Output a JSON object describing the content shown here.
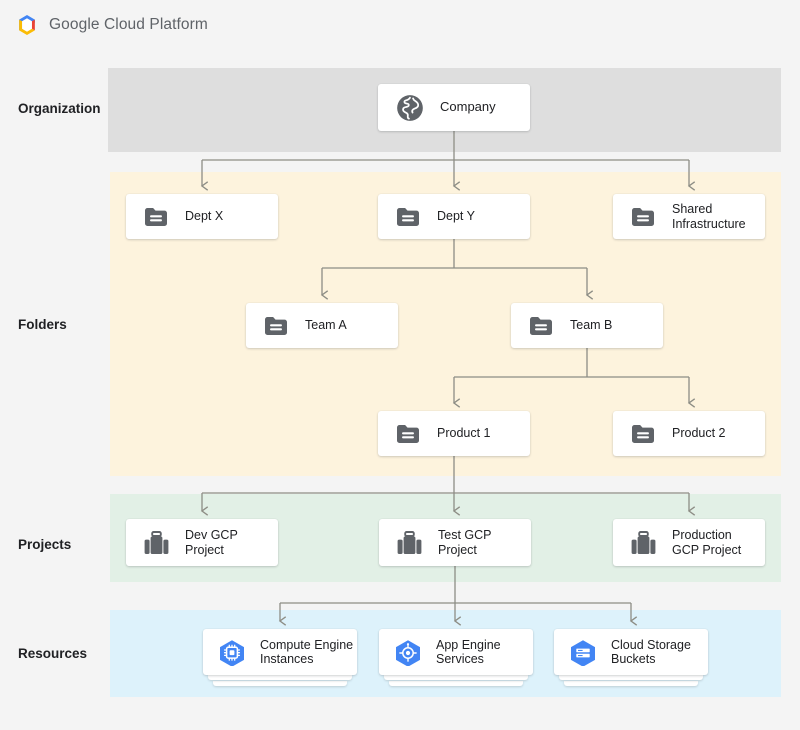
{
  "header": {
    "brand_light": "Google ",
    "brand_rest": "Cloud Platform",
    "logo_icon": "gcp-hexagon-logo"
  },
  "rows": [
    {
      "key": "organization",
      "label": "Organization",
      "band_color": "#dedede"
    },
    {
      "key": "folders",
      "label": "Folders",
      "band_color": "#fdf3dd"
    },
    {
      "key": "projects",
      "label": "Projects",
      "band_color": "#e2f0e6"
    },
    {
      "key": "resources",
      "label": "Resources",
      "band_color": "#ddf2fb"
    }
  ],
  "nodes": {
    "company": {
      "label": "Company",
      "icon": "globe-icon"
    },
    "dept_x": {
      "label": "Dept X",
      "icon": "folder-icon"
    },
    "dept_y": {
      "label": "Dept Y",
      "icon": "folder-icon"
    },
    "shared": {
      "label": "Shared\nInfrastructure",
      "icon": "folder-icon"
    },
    "team_a": {
      "label": "Team A",
      "icon": "folder-icon"
    },
    "team_b": {
      "label": "Team B",
      "icon": "folder-icon"
    },
    "product_1": {
      "label": "Product 1",
      "icon": "folder-icon"
    },
    "product_2": {
      "label": "Product 2",
      "icon": "folder-icon"
    },
    "dev_project": {
      "label": "Dev GCP\nProject",
      "icon": "briefcase-icon"
    },
    "test_project": {
      "label": "Test GCP\nProject",
      "icon": "briefcase-icon"
    },
    "prod_project": {
      "label": "Production\nGCP Project",
      "icon": "briefcase-icon"
    },
    "compute": {
      "label": "Compute Engine\nInstances",
      "icon": "compute-engine-icon"
    },
    "appengine": {
      "label": "App Engine\nServices",
      "icon": "app-engine-icon"
    },
    "storage": {
      "label": "Cloud Storage\nBuckets",
      "icon": "cloud-storage-icon"
    }
  },
  "colors": {
    "connector": "#8d8d85",
    "icon_gray": "#5f6368",
    "resource_blue": "#4285f4",
    "page_background": "#f4f4f4",
    "card_background": "#ffffff",
    "text": "#202124"
  }
}
